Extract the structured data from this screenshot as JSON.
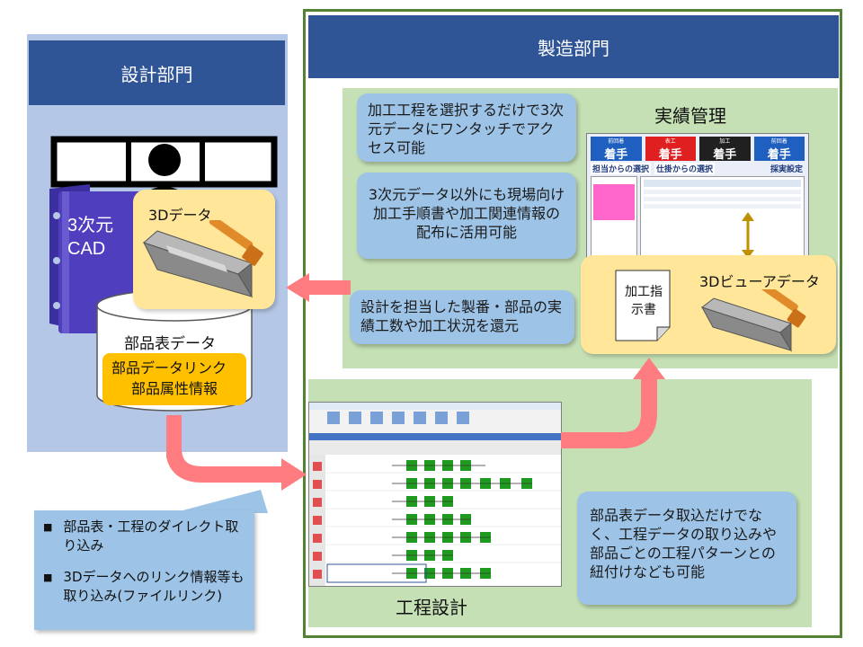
{
  "design_dept": {
    "header": "設計部門",
    "cad_label_line1": "3次元",
    "cad_label_line2": "CAD",
    "data3d_label": "3Dデータ",
    "bom_label": "部品表データ",
    "bom_link_line1": "部品データリンク",
    "bom_link_line2": "部品属性情報"
  },
  "manufacturing_dept": {
    "header": "製造部門"
  },
  "results_mgmt": {
    "title": "実績管理",
    "callout1": "加工工程を選択するだけで3次元データにワンタッチでアクセス可能",
    "callout2": "3次元データ以外にも現場向け加工手順書や加工関連情報の配布に活用可能",
    "callout3": "設計を担当した製番・部品の実績工数や加工状況を還元",
    "doc_label": "加工指示書",
    "viewer_label": "3Dビューアデータ",
    "screen": {
      "tabs": [
        "前回着",
        "表工",
        "加工",
        "前回着"
      ],
      "buttons": [
        "着手",
        "着手",
        "着手",
        "着手"
      ],
      "tab_colors": [
        "#1f5fbf",
        "#e02020",
        "#202020",
        "#1f5fbf"
      ],
      "nav1": "担当からの選択",
      "nav2": "仕掛からの選択",
      "nav3": "採実設定"
    }
  },
  "process_design": {
    "title": "工程設計",
    "callout": "部品表データ取込だけでなく、工程データの取り込みや部品ごとの工程パターンとの紐付けなども可能"
  },
  "notes": {
    "items": [
      "部品表・工程のダイレクト取り込み",
      "3Dデータへのリンク情報等も取り込み(ファイルリンク)"
    ],
    "bullet": "■"
  },
  "colors": {
    "header_blue": "#2f5597",
    "design_panel": "#b4c7e7",
    "mfg_border": "#548235",
    "green_panel": "#c5e0b4",
    "callout_blue": "#9dc3e6",
    "yellow": "#ffe699",
    "arrow": "#ff7c80"
  }
}
